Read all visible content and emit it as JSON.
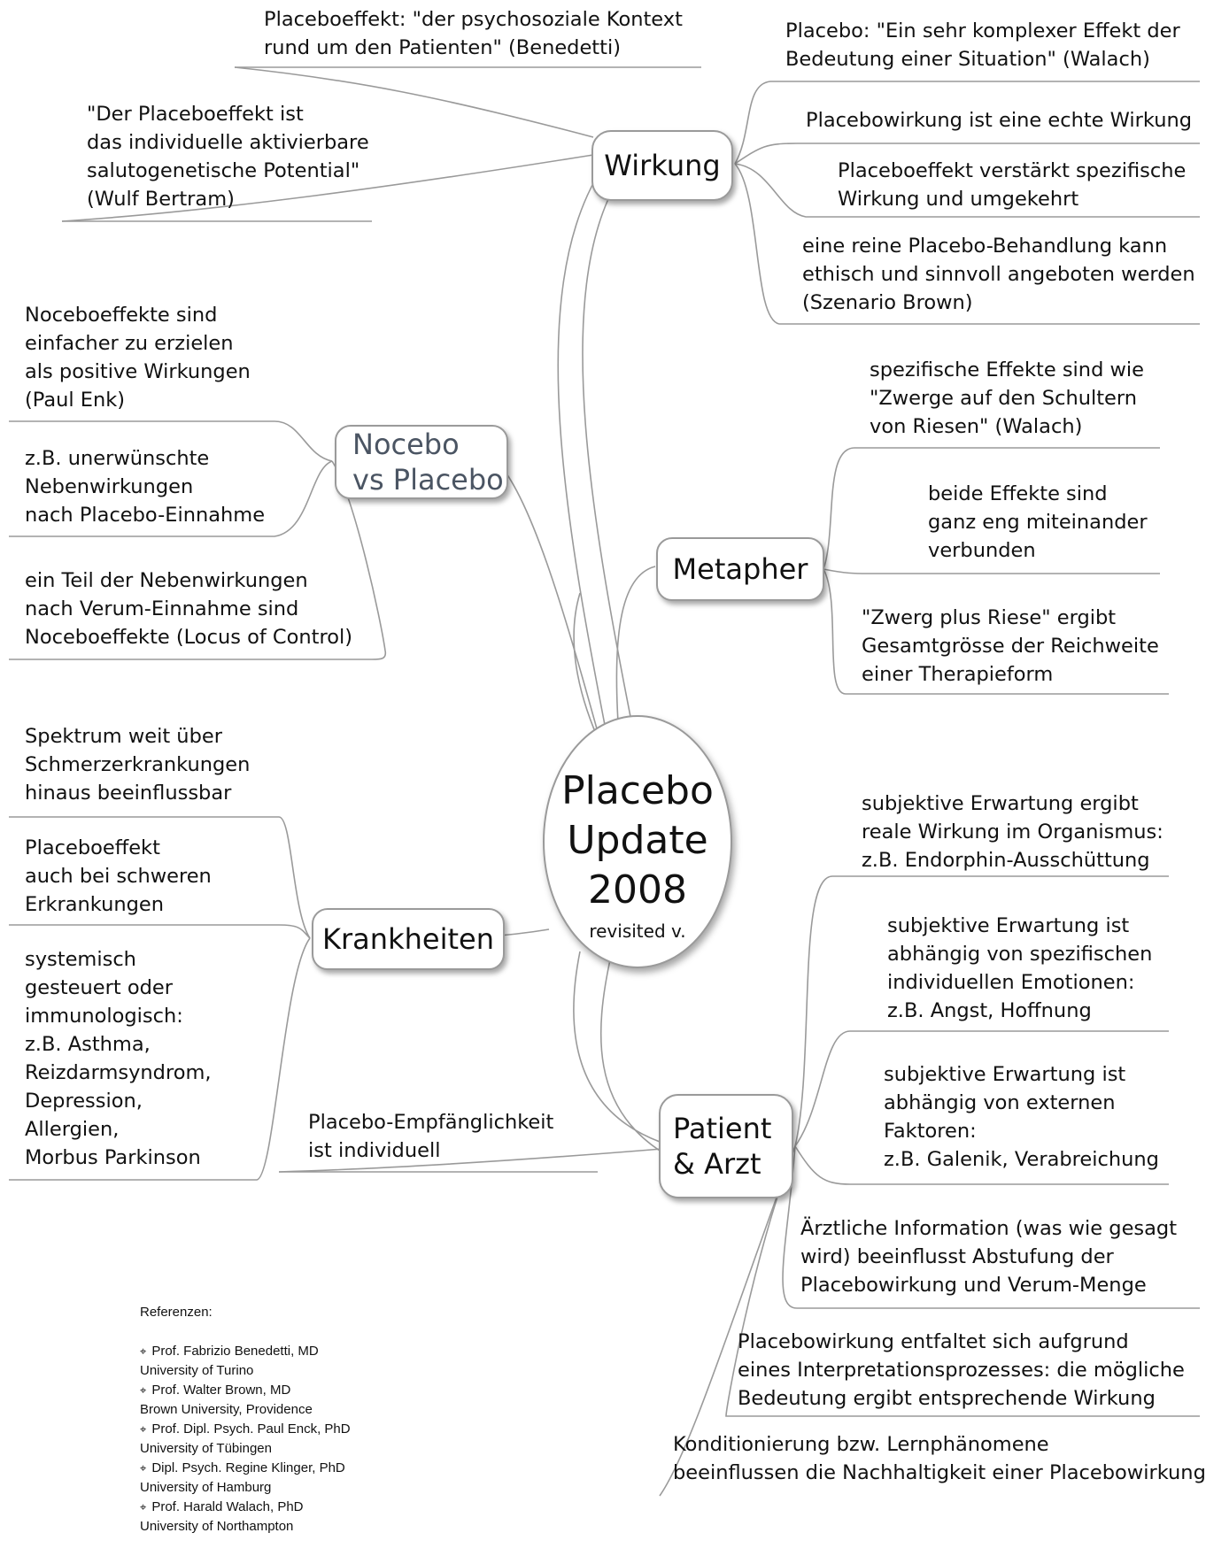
{
  "center": {
    "title": "Placebo\nUpdate\n2008",
    "subtitle": "revisited v."
  },
  "nodes": {
    "wirkung": "Wirkung",
    "nocebo": "Nocebo\nvs Placebo",
    "metapher": "Metapher",
    "krankheiten": "Krankheiten",
    "patient": "Patient\n& Arzt"
  },
  "leaves": {
    "benedetti": "Placeboeffekt: \"der psychosoziale Kontext\nrund um den Patienten\" (Benedetti)",
    "bertram": "\"Der Placeboeffekt ist\ndas individuelle aktivierbare\nsalutogenetische Potential\"\n(Wulf Bertram)",
    "walach_complex": "Placebo: \"Ein sehr komplexer Effekt der\nBedeutung einer Situation\" (Walach)",
    "echte_wirkung": "Placebowirkung ist eine echte Wirkung",
    "verstaerkt": "Placeboeffekt verstärkt spezifische\nWirkung und umgekehrt",
    "rein_placebo": "eine reine Placebo-Behandlung kann\nethisch und sinnvoll angeboten werden\n(Szenario Brown)",
    "nocebo_einfacher": "Noceboeffekte sind\neinfacher zu erzielen\nals positive Wirkungen\n(Paul Enk)",
    "nebenwirkungen": "z.B. unerwünschte\nNebenwirkungen\nnach Placebo-Einnahme",
    "verum": "ein Teil der Nebenwirkungen\nnach Verum-Einnahme sind\nNoceboeffekte (Locus of Control)",
    "zwerge": "spezifische Effekte sind wie\n\"Zwerge auf den Schultern\nvon Riesen\" (Walach)",
    "beide_effekte": "beide Effekte sind\nganz eng miteinander\nverbunden",
    "zwerg_riese": "\"Zwerg plus Riese\" ergibt\nGesamtgrösse der Reichweite\neiner Therapieform",
    "spektrum": "Spektrum weit über\nSchmerzerkrankungen\nhinaus beeinflussbar",
    "schwere": "Placeboeffekt\nauch bei schweren\nErkrankungen",
    "systemisch": "systemisch\ngesteuert oder\nimmunologisch:\nz.B. Asthma,\nReizdarmsyndrom,\nDepression,\nAllergien,\nMorbus Parkinson",
    "empfaenglich": "Placebo-Empfänglichkeit\nist individuell",
    "endorphin": "subjektive Erwartung ergibt\nreale Wirkung im Organismus:\nz.B. Endorphin-Ausschüttung",
    "emotionen": "subjektive Erwartung ist\nabhängig von spezifischen\nindividuellen Emotionen:\nz.B. Angst, Hoffnung",
    "extern": "subjektive Erwartung ist\nabhängig von externen\nFaktoren:\nz.B. Galenik, Verabreichung",
    "aerztlich": "Ärztliche Information (was wie gesagt\nwird) beeinflusst Abstufung der\nPlacebowirkung und Verum-Menge",
    "interpretation": "Placebowirkung entfaltet sich aufgrund\neines Interpretationsprozesses: die mögliche\nBedeutung ergibt entsprechende Wirkung",
    "konditionierung": "Konditionierung bzw. Lernphänomene\nbeeinflussen die Nachhaltigkeit einer Placebowirkung"
  },
  "references": {
    "heading": "Referenzen:",
    "icon": "⌖",
    "icon_name": "reference-bullet-icon",
    "entries": [
      {
        "name": "Prof. Fabrizio Benedetti, MD",
        "affiliation": "University of Turino"
      },
      {
        "name": "Prof. Walter Brown, MD",
        "affiliation": "Brown University, Providence"
      },
      {
        "name": "Prof. Dipl. Psych. Paul Enck, PhD",
        "affiliation": "University of Tübingen"
      },
      {
        "name": "Dipl. Psych. Regine Klinger, PhD",
        "affiliation": "University of Hamburg"
      },
      {
        "name": "Prof. Harald Walach, PhD",
        "affiliation": "University of Northampton"
      }
    ]
  },
  "colors": {
    "line": "#9a9a9a",
    "node_border": "#9a9a9a",
    "nocebo_text": "#4b5563"
  }
}
